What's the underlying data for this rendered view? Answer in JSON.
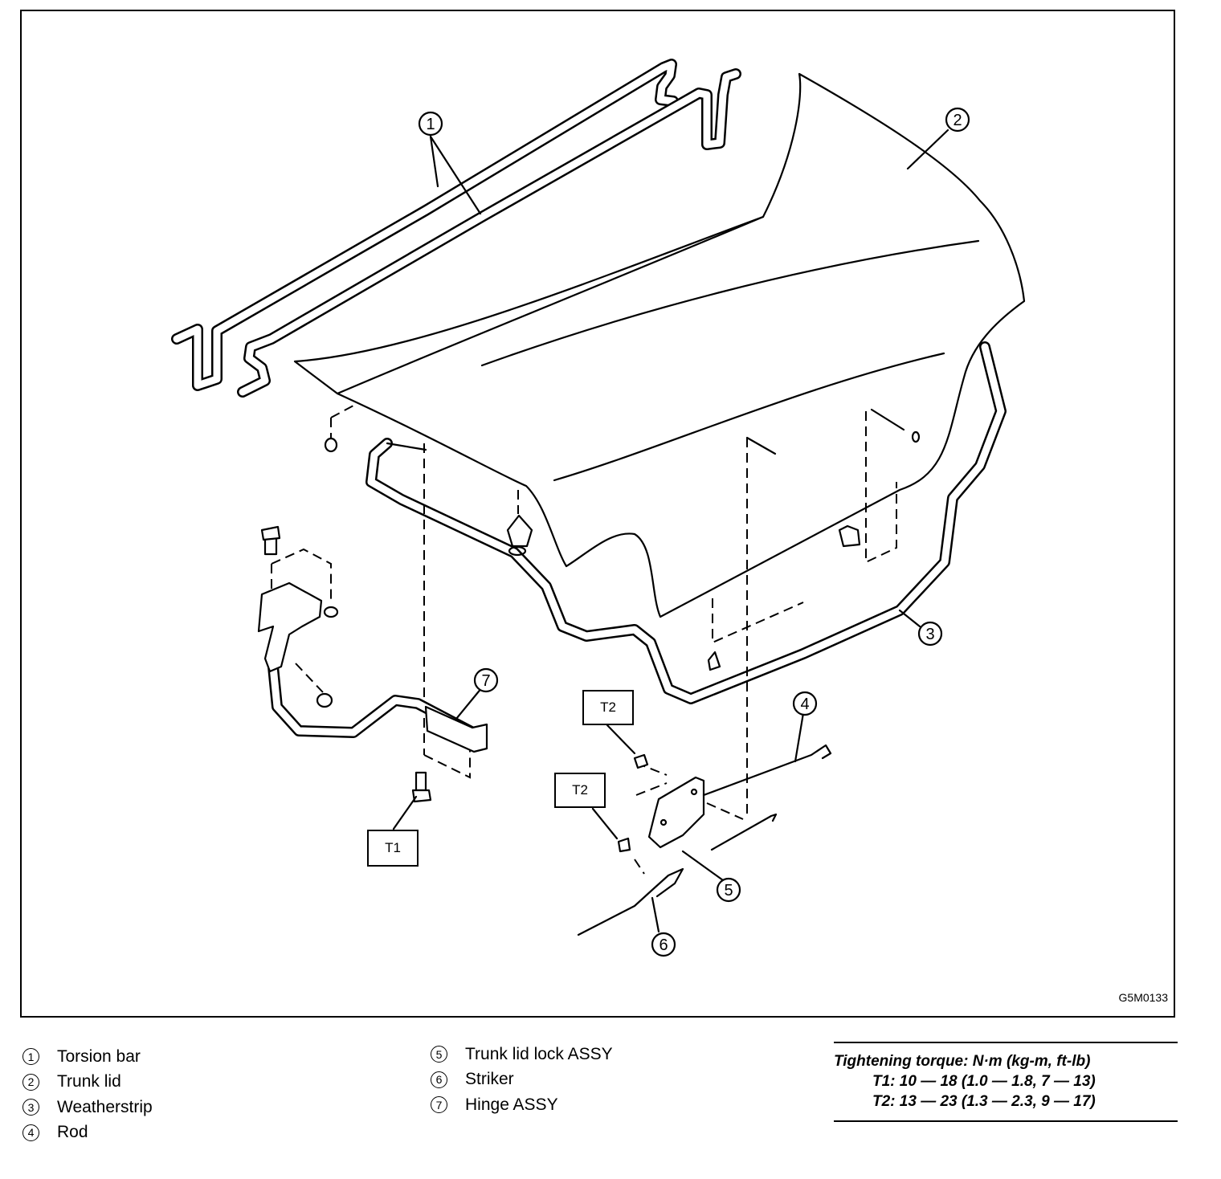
{
  "diagram": {
    "callouts": [
      "1",
      "2",
      "3",
      "4",
      "5",
      "6",
      "7"
    ],
    "torque_boxes": [
      "T2",
      "T2",
      "T1"
    ],
    "figure_code": "G5M0133"
  },
  "legend": {
    "left": [
      {
        "num": "1",
        "label": "Torsion bar"
      },
      {
        "num": "2",
        "label": "Trunk lid"
      },
      {
        "num": "3",
        "label": "Weatherstrip"
      },
      {
        "num": "4",
        "label": "Rod"
      }
    ],
    "right": [
      {
        "num": "5",
        "label": "Trunk lid lock ASSY"
      },
      {
        "num": "6",
        "label": "Striker"
      },
      {
        "num": "7",
        "label": "Hinge ASSY"
      }
    ]
  },
  "torque": {
    "heading": "Tightening torque: N·m (kg-m, ft-lb)",
    "t1": "T1: 10 — 18 (1.0 — 1.8, 7 — 13)",
    "t2": "T2: 13 — 23 (1.3 — 2.3, 9 — 17)"
  }
}
